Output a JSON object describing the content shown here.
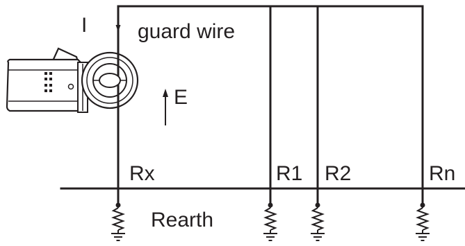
{
  "labels": {
    "current": "I",
    "guard_wire": "guard wire",
    "emf": "E",
    "rx": "Rx",
    "r1": "R1",
    "r2": "R2",
    "rn": "Rn",
    "rearth": "Rearth"
  },
  "colors": {
    "line": "#231f20",
    "background": "#ffffff"
  },
  "icons": {
    "tester": "clamp-earth-tester-icon",
    "earth_resistor": "earth-resistor-symbol"
  }
}
